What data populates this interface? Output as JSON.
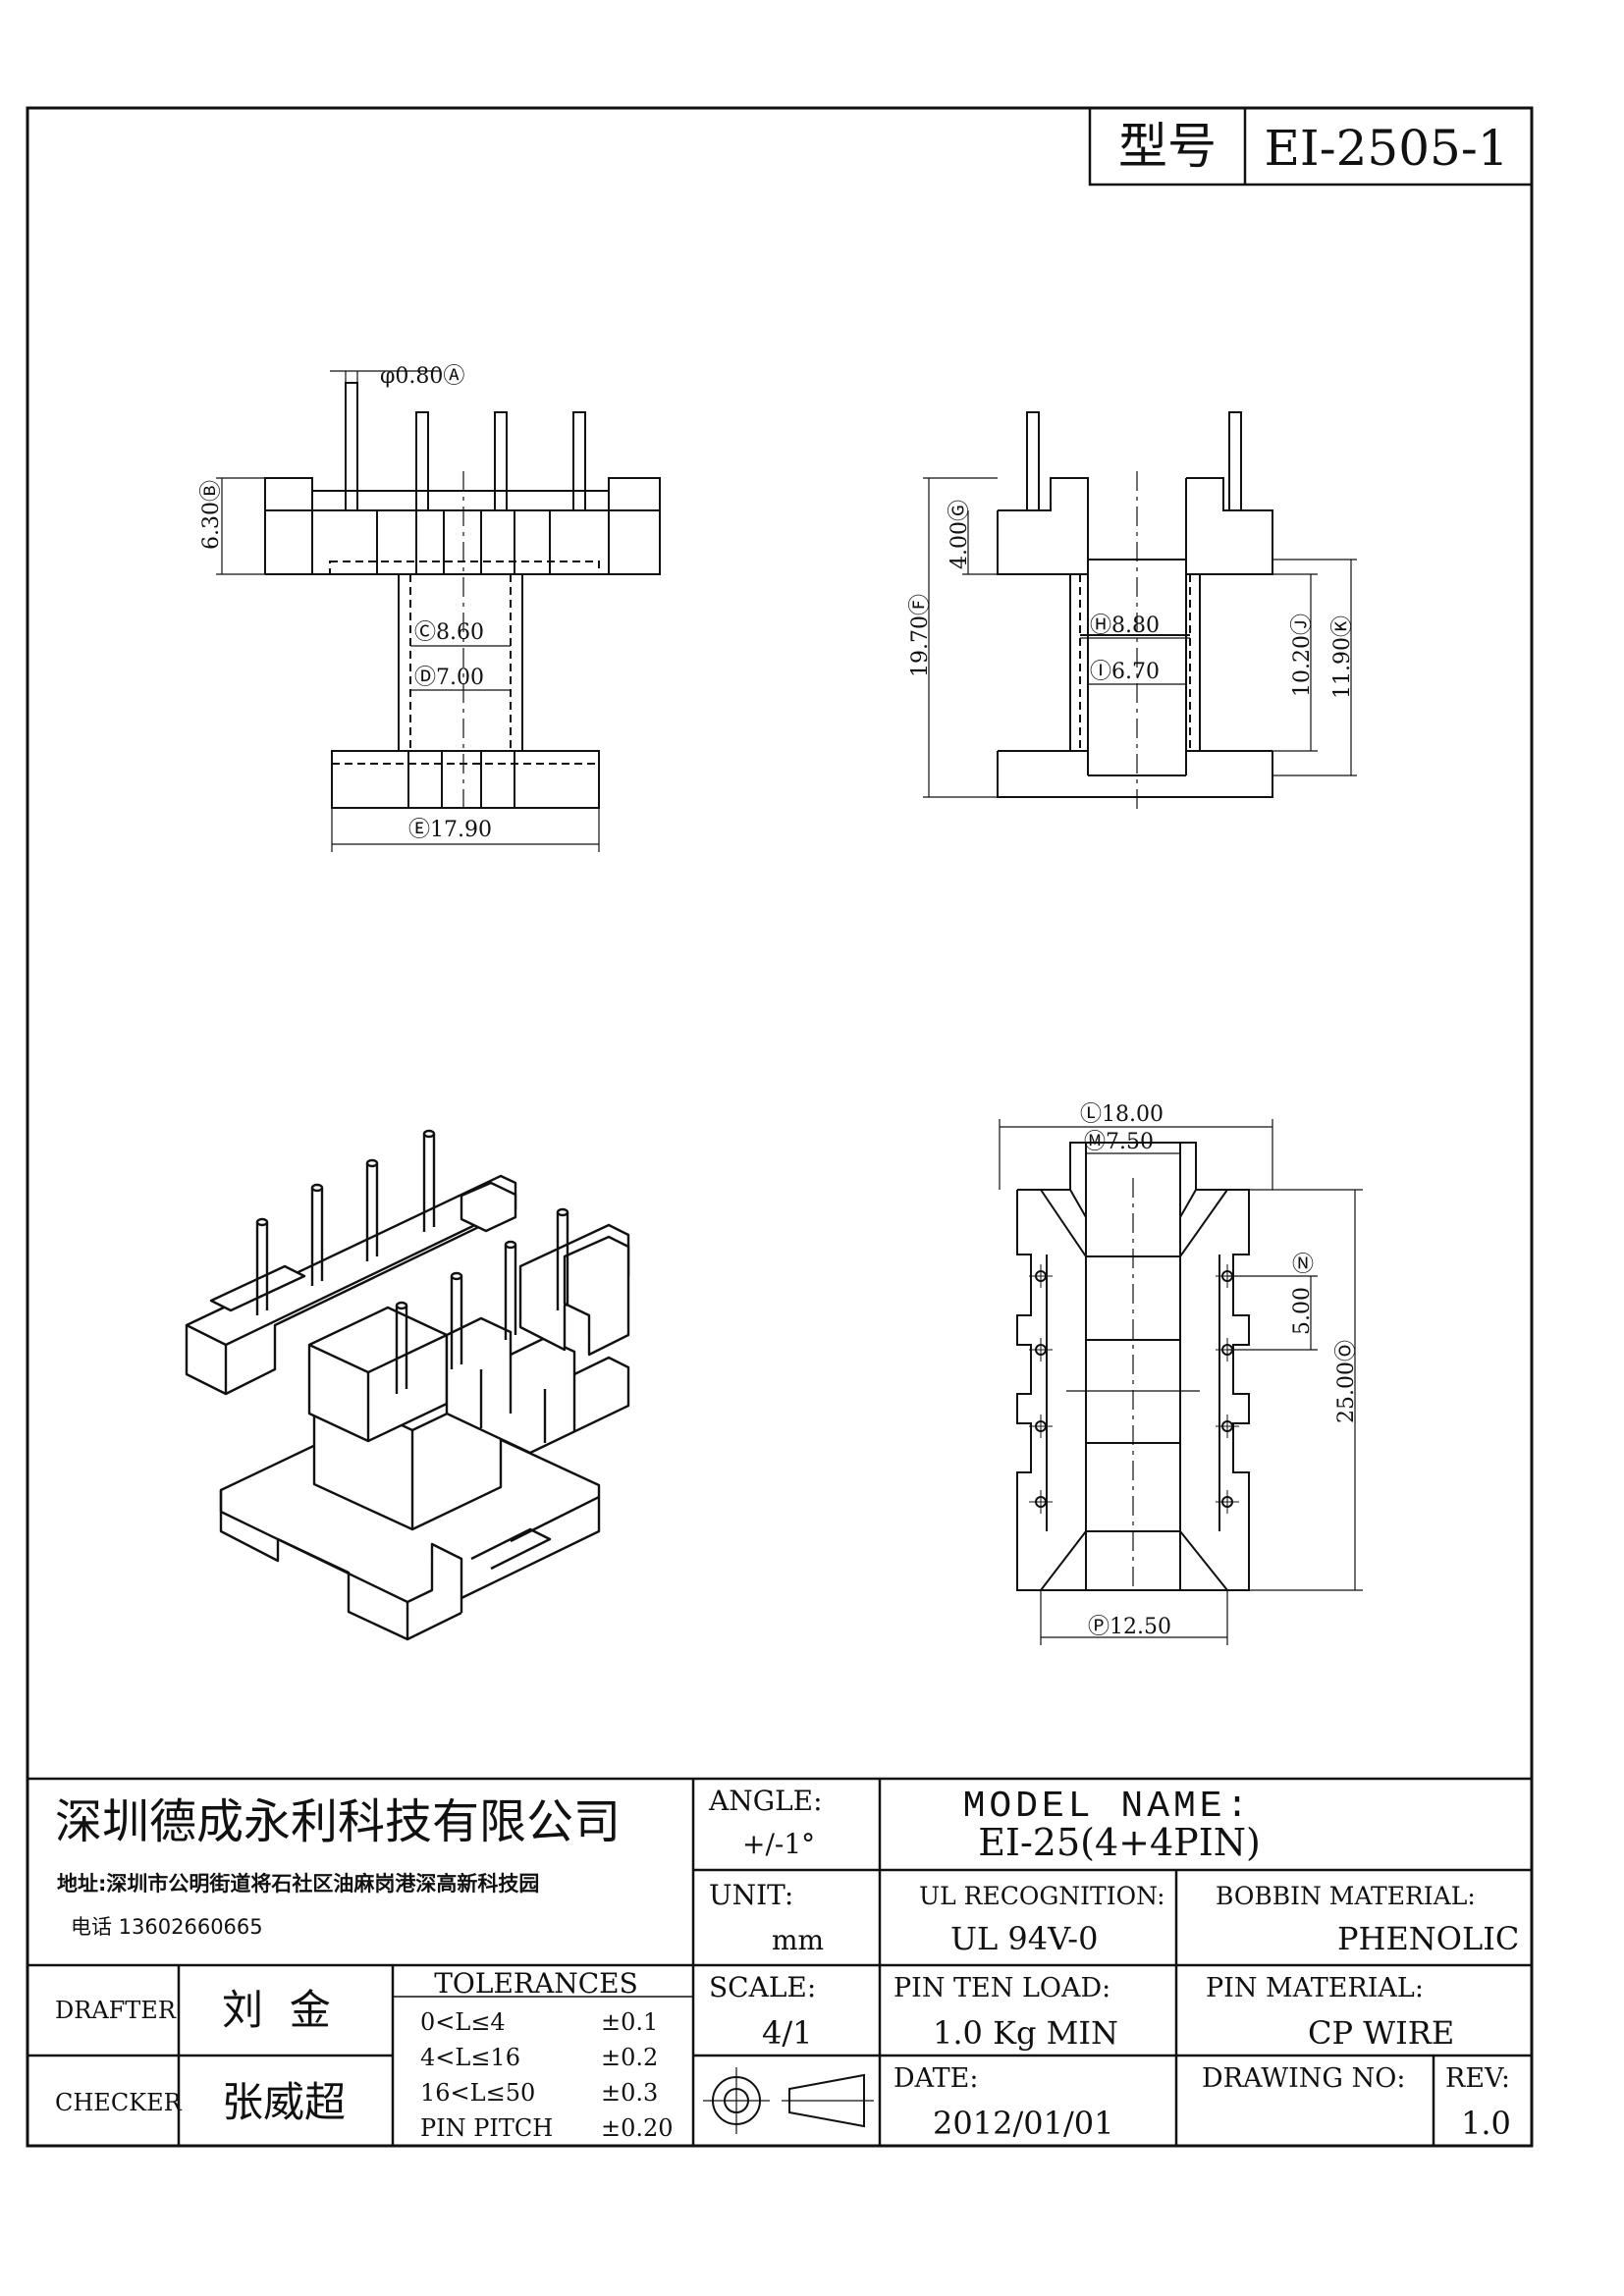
{
  "title_block": {
    "model_label": "型号",
    "model_value": "EI-2505-1",
    "company": "深圳德成永利科技有限公司",
    "address": "地址:深圳市公明街道将石社区油麻岗港深高新科技园",
    "phone": "电话 13602660665",
    "angle_label": "ANGLE:",
    "angle_value": "+/-1°",
    "model_name_label": "MODEL NAME:",
    "model_name_value": "EI-25(4+4PIN)",
    "unit_label": "UNIT:",
    "unit_value": "mm",
    "ul_label": "UL RECOGNITION:",
    "ul_value": "UL 94V-0",
    "bobbin_label": "BOBBIN MATERIAL:",
    "bobbin_value": "PHENOLIC",
    "drafter_label": "DRAFTER",
    "drafter_value": "刘  金",
    "checker_label": "CHECKER",
    "checker_value": "张威超",
    "tolerances_label": "TOLERANCES",
    "tolerances": [
      {
        "range": "0<L≤4",
        "value": "±0.1"
      },
      {
        "range": "4<L≤16",
        "value": "±0.2"
      },
      {
        "range": "16<L≤50",
        "value": "±0.3"
      },
      {
        "range": "PIN PITCH",
        "value": "±0.20"
      }
    ],
    "scale_label": "SCALE:",
    "scale_value": "4/1",
    "pin_load_label": "PIN TEN LOAD:",
    "pin_load_value": "1.0 Kg MIN",
    "pin_material_label": "PIN MATERIAL:",
    "pin_material_value": "CP WIRE",
    "date_label": "DATE:",
    "date_value": "2012/01/01",
    "drawing_no_label": "DRAWING NO:",
    "rev_label": "REV:",
    "rev_value": "1.0"
  },
  "dimensions": {
    "pin_dia": "φ0.80Ⓐ",
    "b": "6.30Ⓑ",
    "c": "Ⓒ8.60",
    "d": "Ⓓ7.00",
    "e": "Ⓔ17.90",
    "g": "4.00Ⓖ",
    "f": "19.70Ⓕ",
    "h": "Ⓗ8.80",
    "i": "Ⓘ6.70",
    "j": "10.20Ⓙ",
    "k": "11.90Ⓚ",
    "l": "Ⓛ18.00",
    "m": "Ⓜ7.50",
    "n": "Ⓝ",
    "n_value": "5.00",
    "o": "25.00Ⓞ",
    "p": "Ⓟ12.50"
  }
}
